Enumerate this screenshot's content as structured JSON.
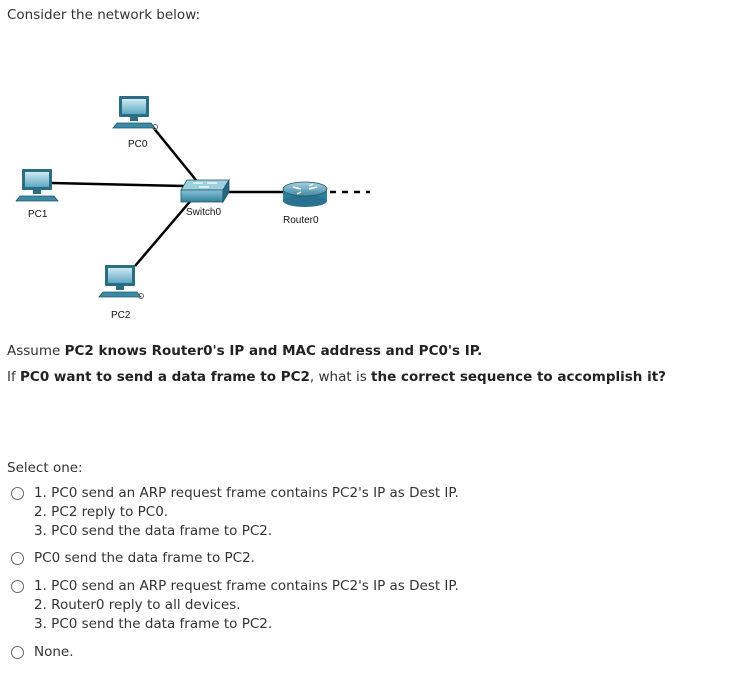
{
  "prompt": "Consider the network below:",
  "diagram": {
    "devices": {
      "pc0": "PC0",
      "pc1": "PC1",
      "pc2": "PC2",
      "switch0": "Switch0",
      "router0": "Router0"
    }
  },
  "question": {
    "line1": {
      "a": "Assume ",
      "b": "PC2 knows Router0's IP and MAC address and PC0's IP."
    },
    "line2": {
      "a": "If ",
      "b": "PC0 want to send a data frame to PC2",
      "c": ", what is ",
      "d": "the correct sequence to accomplish it?"
    }
  },
  "select_label": "Select one:",
  "options": [
    {
      "lines": [
        "1. PC0 send an ARP request frame contains PC2's IP as Dest IP.",
        "2. PC2 reply to PC0.",
        "3. PC0 send the data frame to PC2."
      ]
    },
    {
      "lines": [
        "PC0 send the data frame to PC2."
      ]
    },
    {
      "lines": [
        "1. PC0 send an ARP request frame contains PC2's IP as Dest IP.",
        "2. Router0 reply to all devices.",
        "3. PC0 send the data frame to PC2."
      ]
    },
    {
      "lines": [
        "None."
      ]
    }
  ]
}
